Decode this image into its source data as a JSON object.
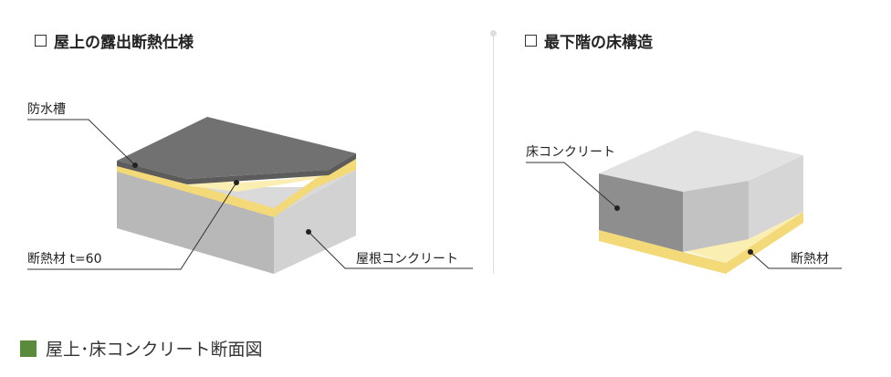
{
  "titles": {
    "left": "屋上の露出断熱仕様",
    "right": "最下階の床構造"
  },
  "labels": {
    "waterproof": "防水槽",
    "insulation_t": "断熱材 t=60",
    "roof_concrete": "屋根コンクリート",
    "floor_concrete": "床コンクリート",
    "insulation": "断熱材"
  },
  "footer": {
    "caption": "屋上･床コンクリート断面図"
  },
  "colors": {
    "concrete_top": "#dcdcdc",
    "concrete_front": "#b6b6b6",
    "concrete_side": "#cfcfcf",
    "waterproof": "#717171",
    "insulation": "#f3d977",
    "insulation_light": "#fbeeb2",
    "floor_dark": "#8e8e8e",
    "accent": "#5a8a3c"
  }
}
